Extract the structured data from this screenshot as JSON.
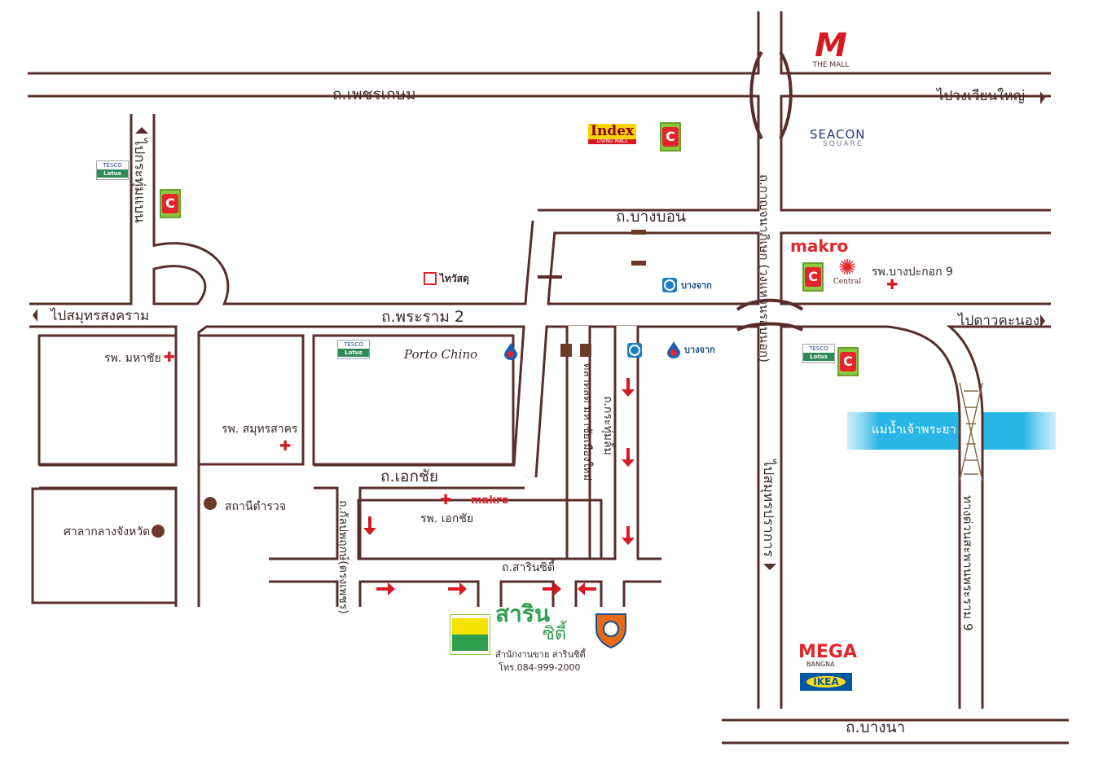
{
  "roads": {
    "phetkasem": "ถ.เพชรเกษม",
    "rama2": "ถ.พระราม 2",
    "ekkachai": "ถ.เอกชัย",
    "bangbon": "ถ.บางบอน",
    "bangna": "ถ.บางนา",
    "sarincity": "ถ.สารินซิตี้",
    "kanchana": "ถ.กาญจนาภิเษก (วงแหวนรอบนอก)",
    "kathum": "ถ.กระทุ่มล้ม",
    "khrutham": "ถ.กัลปพฤกษ์(ตรงเพชร)",
    "expressway": "ทางด่วนสะพานพระราม 9"
  },
  "directions": {
    "wongwian": "ไปวงเวียนใหญ่",
    "samutsongkhram": "ไปสมุทรสงคราม",
    "daokhanong": "ไปดาวคะนอง",
    "krathumbaen": "ไปกระทุ่มแบน",
    "samutprakan": "ไปสมุทรปราการ"
  },
  "places": {
    "river": "แม่น้ำเจ้าพระยา",
    "hosp_mahachai": "รพ. มหาชัย",
    "hosp_samutsakhon": "รพ. สมุทรสาคร",
    "police": "สถานีตำรวจ",
    "court": "ศาลากลางจังหวัด",
    "hosp_ekkachai": "รพ. เอกชัย",
    "hosp_bangpakok": "รพ.บางปะกอก 9",
    "market": "ตลาดสด มหาชัยเมืองใหม่",
    "office": "สำนักงานขาย สารินซิตี้",
    "phone": "โทร.084-999-2000",
    "sarin_main": "สาริน",
    "sarin_sub": "ซิตี้"
  },
  "logos": {
    "the_mall_mark": "M",
    "the_mall": "THE MALL",
    "index": "Index",
    "index_sub": "LIVING MALL",
    "seacon": "SEACON",
    "seacon_sub": "SQUARE",
    "makro": "makro",
    "central": "Central",
    "tesco": "TESCO",
    "lotus": "Lotus",
    "bigc": "C",
    "bangchak": "บางจาก",
    "porto": "Porto Chino",
    "thaiwatsadu": "ไทวัสดุ",
    "mega": "MEGA",
    "mega_sub": "BANGNA",
    "ikea": "IKEA"
  },
  "colors": {
    "road_outline": "#5a2d2d",
    "road_fill": "#ffffff",
    "arrow": "#d71921",
    "river": "#29b6e6",
    "bigc_green": "#8dc63f",
    "makro_red": "#e3262b",
    "sarin_green": "#2e9e4f"
  }
}
